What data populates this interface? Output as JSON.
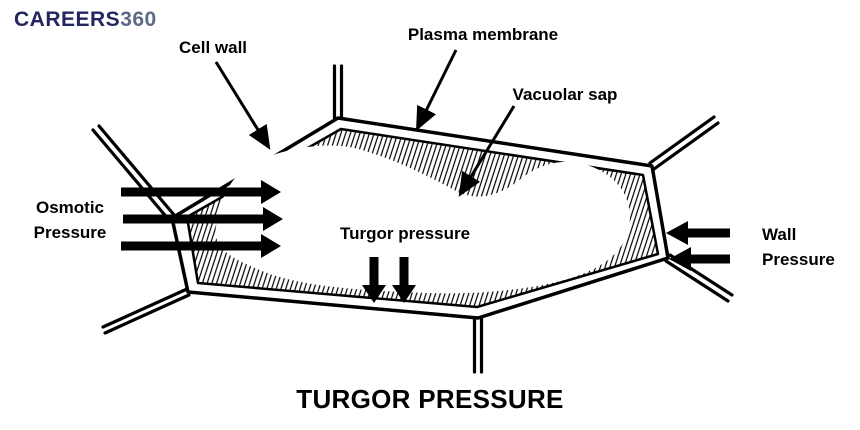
{
  "logo": {
    "brand": "CAREERS",
    "suffix": "360"
  },
  "labels": {
    "cell_wall": "Cell wall",
    "plasma_membrane": "Plasma membrane",
    "vacuolar_sap": "Vacuolar sap",
    "osmotic_line1": "Osmotic",
    "osmotic_line2": "Pressure",
    "turgor_pressure": "Turgor pressure",
    "wall_line1": "Wall",
    "wall_line2": "Pressure"
  },
  "title": "TURGOR PRESSURE",
  "colors": {
    "ink": "#000000",
    "background": "#ffffff",
    "logo_primary": "#23265f",
    "logo_secondary": "#5c6a85"
  }
}
